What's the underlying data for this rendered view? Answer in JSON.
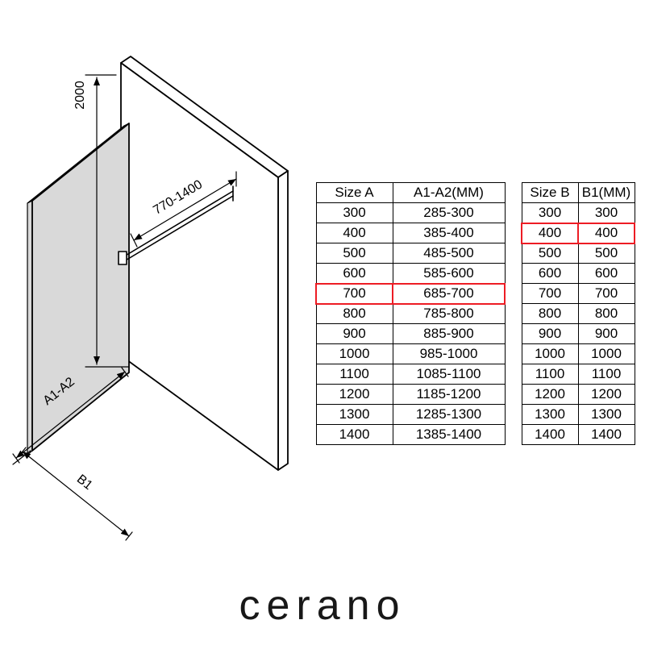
{
  "colors": {
    "highlight": "#ed1c24",
    "glass": "#d9d9d9"
  },
  "diagram": {
    "labels": {
      "height": "2000",
      "bar_range": "770-1400",
      "width_a": "A1-A2",
      "width_b": "B1"
    }
  },
  "table_a": {
    "headers": [
      "Size  A",
      "A1-A2(MM)"
    ],
    "rows": [
      [
        "300",
        "285-300"
      ],
      [
        "400",
        "385-400"
      ],
      [
        "500",
        "485-500"
      ],
      [
        "600",
        "585-600"
      ],
      [
        "700",
        "685-700"
      ],
      [
        "800",
        "785-800"
      ],
      [
        "900",
        "885-900"
      ],
      [
        "1000",
        "985-1000"
      ],
      [
        "1100",
        "1085-1100"
      ],
      [
        "1200",
        "1185-1200"
      ],
      [
        "1300",
        "1285-1300"
      ],
      [
        "1400",
        "1385-1400"
      ]
    ],
    "highlight_row_index": 4
  },
  "table_b": {
    "headers": [
      "Size  B",
      "B1(MM)"
    ],
    "rows": [
      [
        "300",
        "300"
      ],
      [
        "400",
        "400"
      ],
      [
        "500",
        "500"
      ],
      [
        "600",
        "600"
      ],
      [
        "700",
        "700"
      ],
      [
        "800",
        "800"
      ],
      [
        "900",
        "900"
      ],
      [
        "1000",
        "1000"
      ],
      [
        "1100",
        "1100"
      ],
      [
        "1200",
        "1200"
      ],
      [
        "1300",
        "1300"
      ],
      [
        "1400",
        "1400"
      ]
    ],
    "highlight_row_index": 1
  },
  "brand": "cerano"
}
